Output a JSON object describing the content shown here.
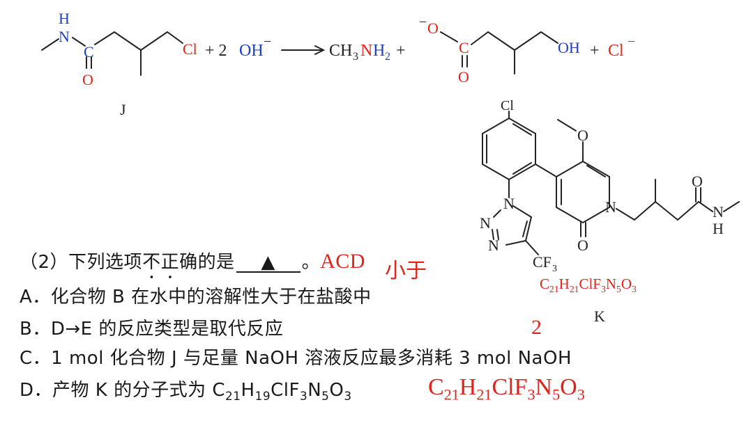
{
  "reaction": {
    "j_label": "J",
    "n_atom": "N",
    "h_atom": "H",
    "c_atom": "C",
    "o_atom": "O",
    "cl_atom": "Cl",
    "plus1": "+ 2",
    "oh": "OH",
    "minus": "−",
    "product_ch": "CH",
    "product_3": "3",
    "product_n": "N",
    "product_h": "H",
    "product_2": "2",
    "plus2": "+",
    "o_minus": "−",
    "o2": "O",
    "c2": "C",
    "o3": "O",
    "oh2": "OH",
    "plus3": "+",
    "cl_ion": "Cl",
    "cl_ion_charge": "−"
  },
  "compound_k": {
    "cl": "Cl",
    "o_methoxy": "O",
    "n_ring": "N",
    "o_keto": "O",
    "o_amide": "O",
    "n_amide": "N",
    "h_amide": "H",
    "n1": "N",
    "n2": "N",
    "n3": "N",
    "cf3": "CF",
    "cf3_sub": "3",
    "label": "K"
  },
  "question": {
    "number": "（2）",
    "stem_a": "下列选项",
    "stem_dotted": "不正",
    "stem_b": "确的是",
    "blank_symbol": "▲",
    "stem_end": "。",
    "options": [
      {
        "letter": "A．",
        "text": "化合物 B 在水中的溶解性大于在盐酸中"
      },
      {
        "letter": "B．",
        "text": "D→E 的反应类型是取代反应"
      },
      {
        "letter": "C．",
        "text": "1 mol 化合物 J 与足量 NaOH 溶液反应最多消耗 3 mol NaOH"
      },
      {
        "letter": "D．",
        "text": "产物 K 的分子式为 C"
      }
    ],
    "d_formula": {
      "sub1": "21",
      "h": "H",
      "sub2": "19",
      "rest": "ClF",
      "sub3": "3",
      "n": "N",
      "sub4": "5",
      "o": "O",
      "sub5": "3"
    }
  },
  "handwriting": {
    "answer": "ACD",
    "note_smaller": "小于",
    "note_two": "2",
    "k_formula": {
      "c": "C",
      "s1": "21",
      "h": "H",
      "s2": "21",
      "cl": "ClF",
      "s3": "3",
      "n": "N",
      "s4": "5",
      "o": "O",
      "s5": "3"
    },
    "d_formula": {
      "c": "C",
      "s1": "21",
      "h": "H",
      "s2": "21",
      "cl": "ClF",
      "s3": "3",
      "n": "N",
      "s4": "5",
      "o": "O",
      "s5": "3"
    }
  },
  "colors": {
    "red": "#e0241b",
    "blue": "#1f3fbf",
    "ink": "#222222"
  }
}
